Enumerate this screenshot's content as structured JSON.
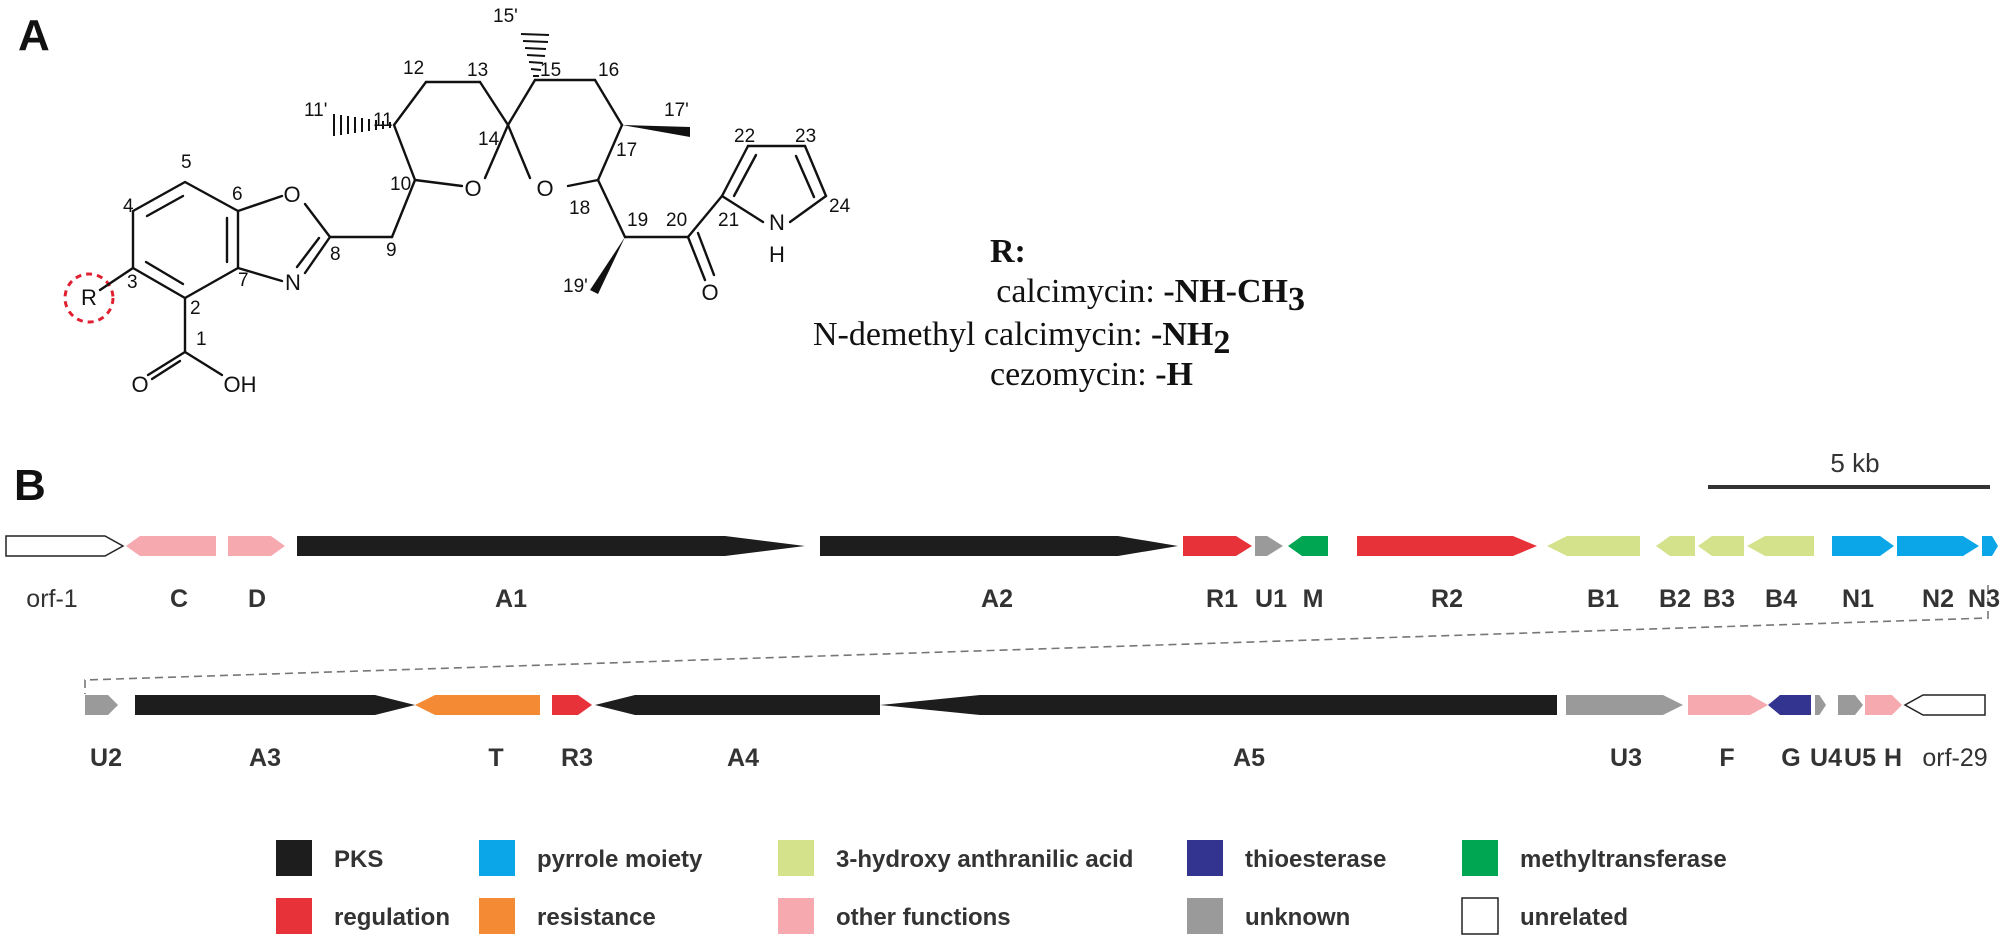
{
  "panels": {
    "a": "A",
    "b": "B"
  },
  "structure": {
    "atoms": {
      "o_oxazole": "O",
      "n_oxazole": "N",
      "o_ring1": "O",
      "o_ring2": "O",
      "o_ketone": "O",
      "nh_pyrrole": "H",
      "n_pyrrole": "N",
      "o_acid": "O",
      "oh_acid": "OH",
      "r_group": "R"
    },
    "numbers": {
      "n1": "1",
      "n2": "2",
      "n3": "3",
      "n4": "4",
      "n5": "5",
      "n6": "6",
      "n7": "7",
      "n8": "8",
      "n9": "9",
      "n10": "10",
      "n11": "11",
      "n11p": "11'",
      "n12": "12",
      "n13": "13",
      "n14": "14",
      "n15": "15",
      "n15p": "15'",
      "n16": "16",
      "n17": "17",
      "n17p": "17'",
      "n18": "18",
      "n19": "19",
      "n19p": "19'",
      "n20": "20",
      "n21": "21",
      "n22": "22",
      "n23": "23",
      "n24": "24"
    }
  },
  "r_groups": {
    "heading": "R:",
    "rows": [
      {
        "name": "calcimycin: ",
        "group": "-NH-CH",
        "sub": "3"
      },
      {
        "name": "N-demethyl calcimycin: ",
        "group": "-NH",
        "sub": "2"
      },
      {
        "name": "cezomycin: ",
        "group": "-H",
        "sub": ""
      }
    ]
  },
  "scale_bar": {
    "label": "5 kb"
  },
  "colors": {
    "pks": "#1d1d1d",
    "pyrrole": "#0aa6e8",
    "anthranilic": "#d4e28c",
    "thioesterase": "#33348f",
    "methyltransferase": "#00a651",
    "regulation": "#e8323a",
    "resistance": "#f58a35",
    "other": "#f6a9ae",
    "unknown": "#9a9a9a",
    "unrelated": "#ffffff"
  },
  "genes_row1": [
    {
      "id": "orf1",
      "label": "orf-1",
      "cat": "unrelated"
    },
    {
      "id": "C",
      "label": "C",
      "cat": "other"
    },
    {
      "id": "D",
      "label": "D",
      "cat": "other"
    },
    {
      "id": "A1",
      "label": "A1",
      "cat": "pks"
    },
    {
      "id": "A2",
      "label": "A2",
      "cat": "pks"
    },
    {
      "id": "R1",
      "label": "R1",
      "cat": "regulation"
    },
    {
      "id": "U1",
      "label": "U1",
      "cat": "unknown"
    },
    {
      "id": "M",
      "label": "M",
      "cat": "methyltransferase"
    },
    {
      "id": "R2",
      "label": "R2",
      "cat": "regulation"
    },
    {
      "id": "B1",
      "label": "B1",
      "cat": "anthranilic"
    },
    {
      "id": "B2",
      "label": "B2",
      "cat": "anthranilic"
    },
    {
      "id": "B3",
      "label": "B3",
      "cat": "anthranilic"
    },
    {
      "id": "B4",
      "label": "B4",
      "cat": "anthranilic"
    },
    {
      "id": "N1",
      "label": "N1",
      "cat": "pyrrole"
    },
    {
      "id": "N2",
      "label": "N2",
      "cat": "pyrrole"
    },
    {
      "id": "N3",
      "label": "N3",
      "cat": "pyrrole"
    }
  ],
  "genes_row2": [
    {
      "id": "U2",
      "label": "U2",
      "cat": "unknown"
    },
    {
      "id": "A3",
      "label": "A3",
      "cat": "pks"
    },
    {
      "id": "T",
      "label": "T",
      "cat": "resistance"
    },
    {
      "id": "R3",
      "label": "R3",
      "cat": "regulation"
    },
    {
      "id": "A4",
      "label": "A4",
      "cat": "pks"
    },
    {
      "id": "A5",
      "label": "A5",
      "cat": "pks"
    },
    {
      "id": "U3",
      "label": "U3",
      "cat": "unknown"
    },
    {
      "id": "F",
      "label": "F",
      "cat": "other"
    },
    {
      "id": "G",
      "label": "G",
      "cat": "thioesterase"
    },
    {
      "id": "U4",
      "label": "U4",
      "cat": "unknown"
    },
    {
      "id": "U5",
      "label": "U5",
      "cat": "unknown"
    },
    {
      "id": "H",
      "label": "H",
      "cat": "other"
    },
    {
      "id": "orf29",
      "label": "orf-29",
      "cat": "unrelated"
    }
  ],
  "legend": [
    {
      "cat": "pks",
      "label": "PKS"
    },
    {
      "cat": "pyrrole",
      "label": "pyrrole moiety"
    },
    {
      "cat": "anthranilic",
      "label": "3-hydroxy anthranilic acid"
    },
    {
      "cat": "thioesterase",
      "label": "thioesterase"
    },
    {
      "cat": "methyltransferase",
      "label": "methyltransferase"
    },
    {
      "cat": "regulation",
      "label": "regulation"
    },
    {
      "cat": "resistance",
      "label": "resistance"
    },
    {
      "cat": "other",
      "label": "other functions"
    },
    {
      "cat": "unknown",
      "label": "unknown"
    },
    {
      "cat": "unrelated",
      "label": "unrelated"
    }
  ]
}
